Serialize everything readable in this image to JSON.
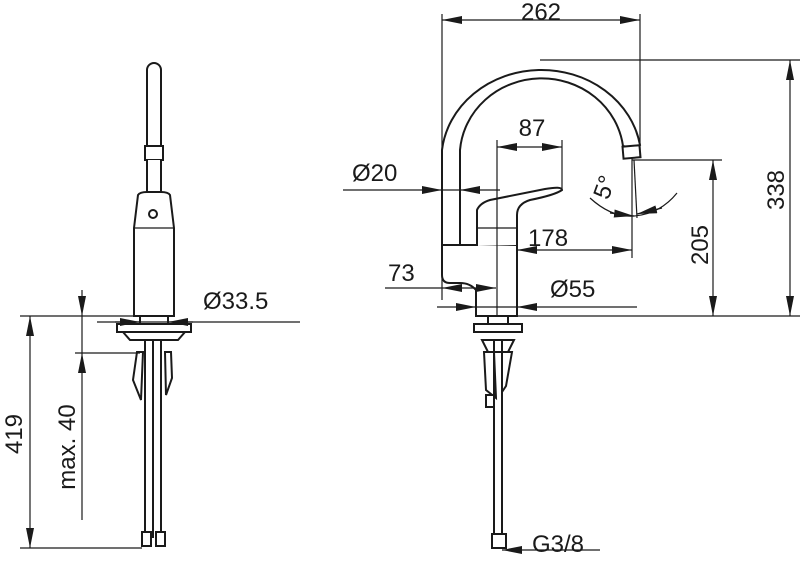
{
  "colors": {
    "line": "#1a1a1a",
    "background": "#ffffff"
  },
  "side_view": {
    "dims": {
      "height_total": "419",
      "max_thickness": "max. 40",
      "shank_diameter": "Ø33.5"
    }
  },
  "front_view": {
    "dims": {
      "width": "262",
      "height": "338",
      "spout_height": "205",
      "lever": "87",
      "spout_diameter": "Ø20",
      "reach": "178",
      "offset": "73",
      "base_diameter": "Ø55",
      "angle": "5°",
      "connection": "G3/8"
    }
  }
}
